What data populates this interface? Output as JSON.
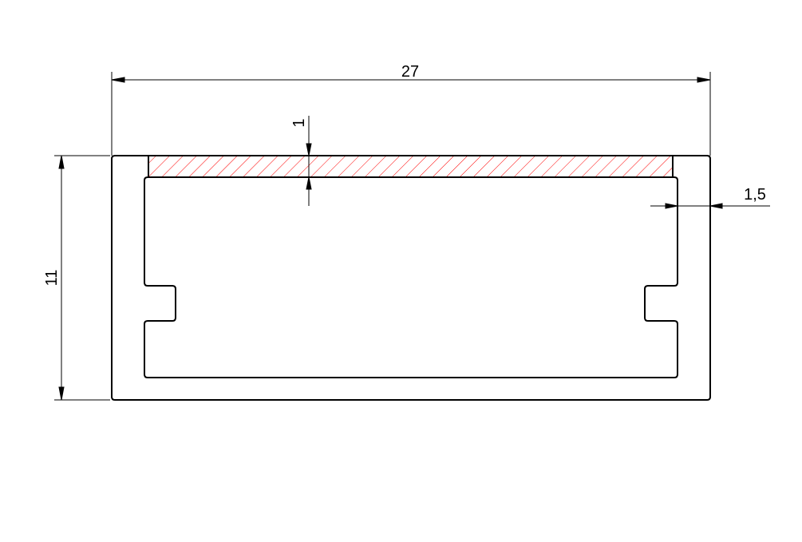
{
  "drawing": {
    "dimensions": {
      "width": "27",
      "height": "11",
      "cover_thickness": "1",
      "wall_thickness": "1,5"
    },
    "colors": {
      "outline": "#000000",
      "hatch": "#ff0000"
    }
  }
}
